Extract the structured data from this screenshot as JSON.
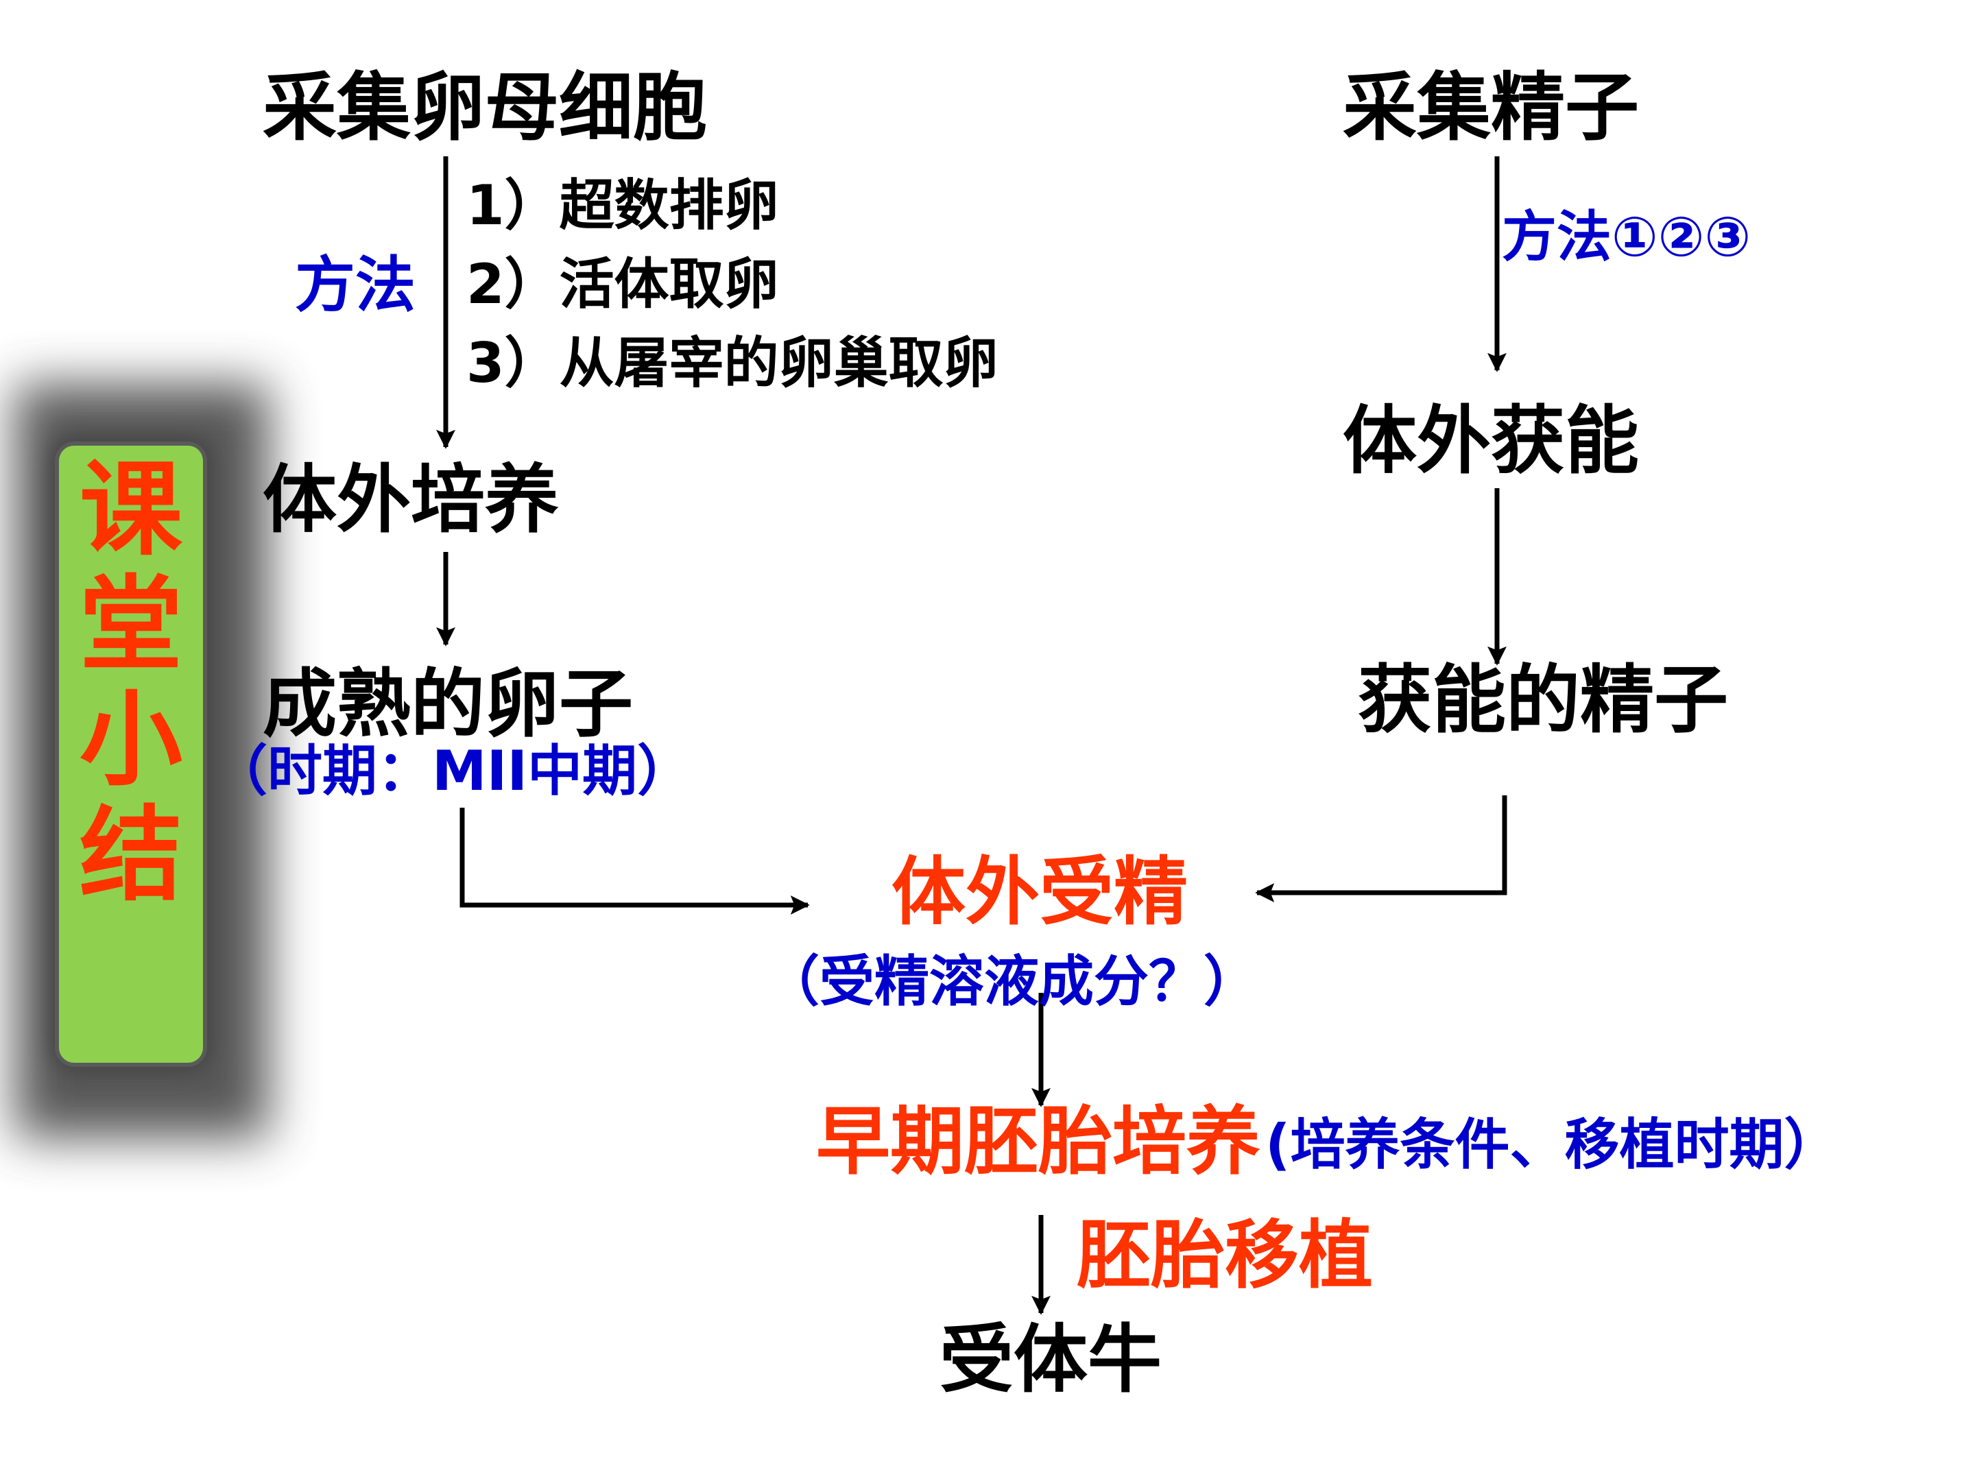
{
  "side_label": [
    "课",
    "堂",
    "小",
    "结"
  ],
  "egg_branch": {
    "collect": "采集卵母细胞",
    "method_label": "方法",
    "methods": [
      "1）超数排卵",
      "2）活体取卵",
      "3）从屠宰的卵巢取卵"
    ],
    "culture": "体外培养",
    "mature": "成熟的卵子",
    "period_note": "（时期：MII中期）"
  },
  "sperm_branch": {
    "collect": "采集精子",
    "method_label": "方法①②③",
    "capacitation": "体外获能",
    "capacitated": "获能的精子"
  },
  "center": {
    "fertilization": "体外受精",
    "fertilization_note": "（受精溶液成分？）",
    "early_culture": "早期胚胎培养",
    "early_culture_note": "(培养条件、移植时期）",
    "transfer": "胚胎移植",
    "recipient": "受体牛"
  },
  "colors": {
    "text": "#000000",
    "method": "#0000CC",
    "highlight": "#FF3300",
    "side_card": "#8FD14F"
  }
}
